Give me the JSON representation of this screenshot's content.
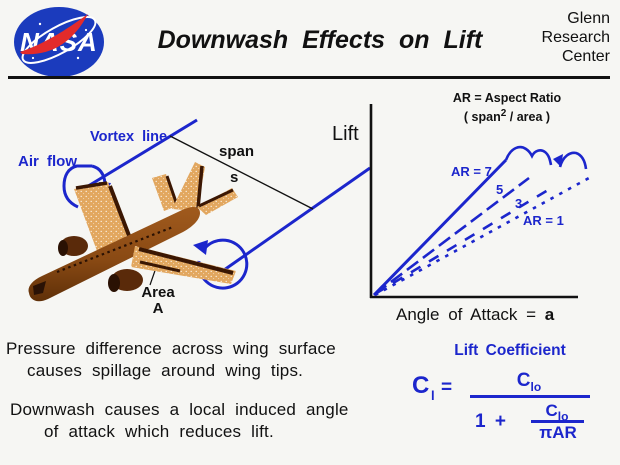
{
  "header": {
    "logo_text": "NASA",
    "title": "Downwash Effects on Lift",
    "org_lines": [
      "Glenn",
      "Research",
      "Center"
    ]
  },
  "illustration": {
    "vortex_line_label": "Vortex line",
    "air_flow_label": "Air flow",
    "span_label": "span",
    "span_symbol": "s",
    "area_label": "Area",
    "area_symbol": "A"
  },
  "graph": {
    "ylabel": "Lift",
    "xlabel_text": "Angle of Attack =",
    "xlabel_var": "a",
    "legend_line1": "AR = Aspect Ratio",
    "legend_open": "( span",
    "legend_sup": "2",
    "legend_close": " /  area )",
    "line_labels": {
      "ar7": "AR = 7",
      "ar5": "5",
      "ar3": "3",
      "ar1": "AR = 1"
    }
  },
  "chart_data": {
    "type": "line",
    "title": "Lift vs Angle of Attack for different Aspect Ratios",
    "xlabel": "Angle of Attack = a",
    "ylabel": "Lift",
    "axis_ticks": "none (qualitative sketch)",
    "legend_note": "AR = Aspect Ratio ( span^2 / area )",
    "series": [
      {
        "name": "AR = 7",
        "style": "solid",
        "relative_slope": 1.0,
        "note": "steepest, curls over at top (stall crest)"
      },
      {
        "name": "AR = 5",
        "style": "dashed",
        "relative_slope": 0.74
      },
      {
        "name": "AR = 3",
        "style": "long-dashed",
        "relative_slope": 0.6,
        "note": "second stall crest with curl arrow at tip"
      },
      {
        "name": "AR = 1",
        "style": "dotted",
        "relative_slope": 0.55
      }
    ]
  },
  "captions": {
    "p1_line1": "Pressure difference across wing surface",
    "p1_line2": "causes spillage around wing tips.",
    "p2_line1": "Downwash causes a local induced angle",
    "p2_line2": "of attack which reduces lift."
  },
  "formula": {
    "title": "Lift Coefficient",
    "lhs_base": "C",
    "lhs_sub": "l",
    "equals": "=",
    "num_base": "C",
    "num_sub": "lo",
    "one_plus": "1 +",
    "nested_num_base": "C",
    "nested_num_sub": "lo",
    "nested_denom": "πAR"
  },
  "colors": {
    "accent_blue": "#1c26cc",
    "text_black": "#111111",
    "background": "#f6f6f3",
    "nasa_blue": "#1b3bbd",
    "nasa_red": "#e32b2b",
    "fuselage_brown": "#8a4a14",
    "wing_tan": "#e2a75f",
    "detail_dark_brown": "#3b1703"
  }
}
